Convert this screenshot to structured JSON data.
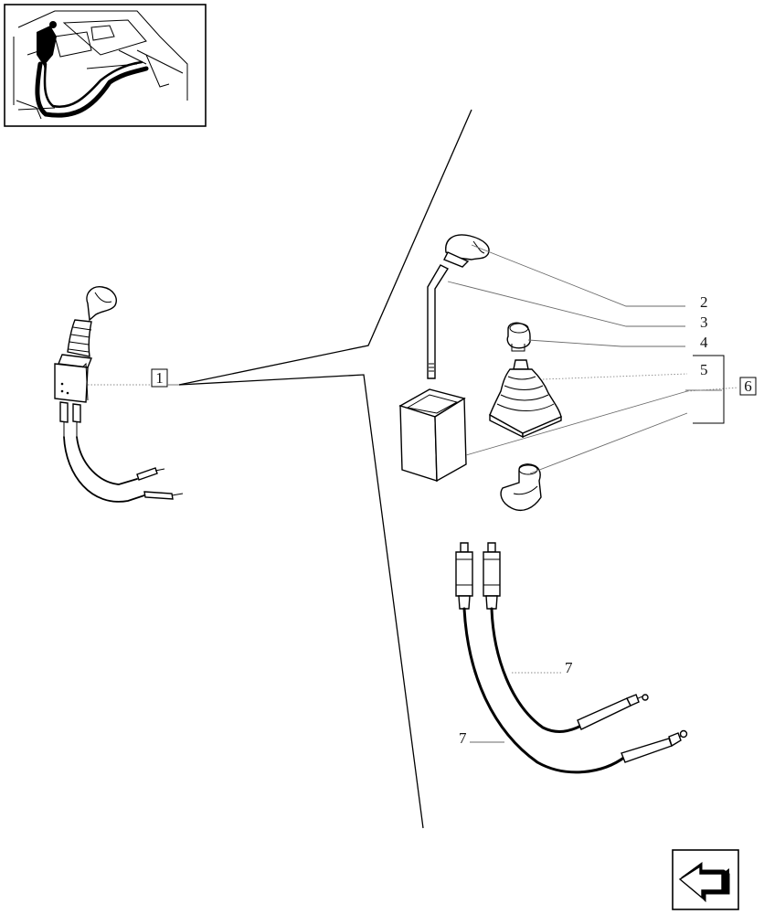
{
  "callouts": {
    "c1": "1",
    "c2": "2",
    "c3": "3",
    "c4": "4",
    "c5": "5",
    "c6": "6",
    "c7a": "7",
    "c7b": "7"
  },
  "icons": {
    "thumbnail": "tractor-cab-location-thumbnail",
    "nav": "next-page-arrow-icon"
  },
  "colors": {
    "line": "#000000",
    "leader": "#6a6a6a",
    "background": "#ffffff"
  }
}
